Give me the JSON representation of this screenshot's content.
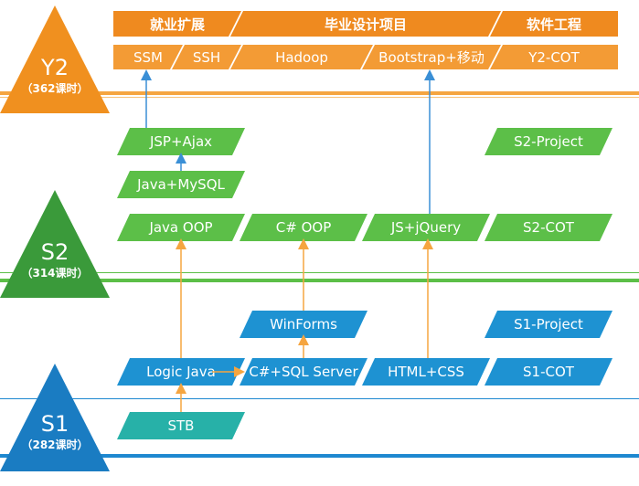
{
  "levels": {
    "y2": {
      "name": "Y2",
      "hours": "（362课时）",
      "color": "#f0901f"
    },
    "s2": {
      "name": "S2",
      "hours": "（314课时）",
      "color": "#3a9a3a"
    },
    "s1": {
      "name": "S1",
      "hours": "（282课时）",
      "color": "#1a7cc2"
    }
  },
  "y2_headers": [
    "就业扩展",
    "毕业设计项目",
    "软件工程"
  ],
  "y2_items": [
    "SSM",
    "SSH",
    "Hadoop",
    "Bootstrap+移动",
    "Y2-COT"
  ],
  "s2_items": {
    "jsp_ajax": "JSP+Ajax",
    "java_mysql": "Java+MySQL",
    "java_oop": "Java OOP",
    "csharp_oop": "C# OOP",
    "js_jquery": "JS+jQuery",
    "s2_cot": "S2-COT",
    "s2_project": "S2-Project"
  },
  "s1_items": {
    "winforms": "WinForms",
    "s1_project": "S1-Project",
    "logic_java": "Logic Java",
    "csharp_sql": "C#+SQL Server",
    "html_css": "HTML+CSS",
    "s1_cot": "S1-COT",
    "stb": "STB"
  },
  "colors": {
    "orange_head": "#ef8a1f",
    "orange_item": "#f39b35",
    "green": "#5cbf48",
    "blue": "#1e92d2",
    "teal": "#27b1a8",
    "arrow_blue": "#3a8fd6",
    "arrow_orange": "#f5a540"
  }
}
